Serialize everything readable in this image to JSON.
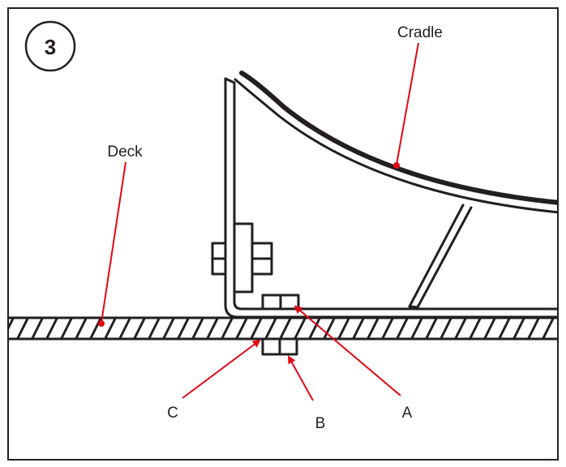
{
  "step_number": "3",
  "labels": {
    "cradle": "Cradle",
    "deck": "Deck",
    "a": "A",
    "b": "B",
    "c": "C"
  },
  "colors": {
    "line": "#231f20",
    "callout": "#e30613"
  }
}
